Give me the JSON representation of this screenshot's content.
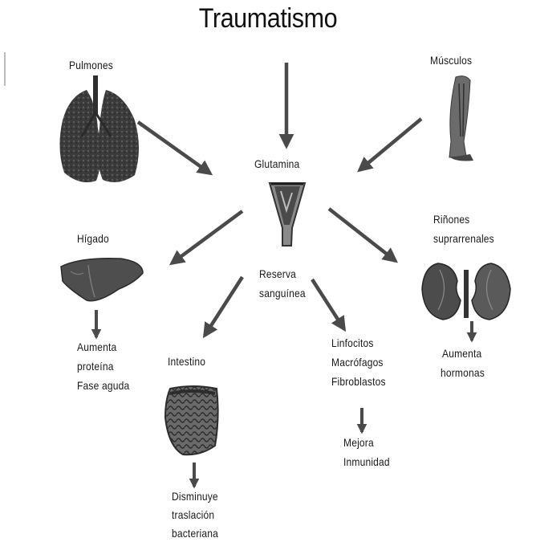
{
  "title": "Traumatismo",
  "center": {
    "label": "Glutamina",
    "reserve_line1": "Reserva",
    "reserve_line2": "sanguínea"
  },
  "sources": {
    "lungs": "Pulmones",
    "muscles": "Músculos"
  },
  "targets": {
    "liver": {
      "label": "Hígado",
      "effect_line1": "Aumenta",
      "effect_line2": "proteína",
      "effect_line3": "Fase aguda"
    },
    "intestine": {
      "label": "Intestino",
      "effect_line1": "Disminuye",
      "effect_line2": "traslación",
      "effect_line3": "bacteriana"
    },
    "immune": {
      "line1": "Linfocitos",
      "line2": "Macrófagos",
      "line3": "Fibroblastos",
      "effect_line1": "Mejora",
      "effect_line2": "Inmunidad"
    },
    "kidneys": {
      "label_line1": "Riñones",
      "label_line2": "suprarrenales",
      "effect_line1": "Aumenta",
      "effect_line2": "hormonas"
    }
  },
  "colors": {
    "ink": "#1a1a1a",
    "arrow": "#4a4a4a",
    "organ_dark": "#3a3a3a",
    "organ_mid": "#777777"
  }
}
